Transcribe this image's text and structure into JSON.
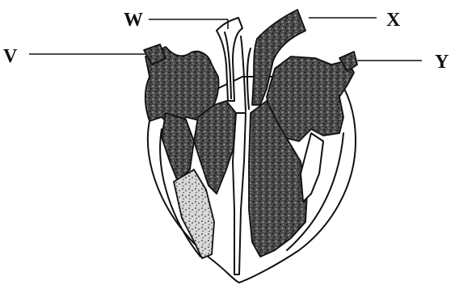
{
  "labels": {
    "v": "V",
    "w": "W",
    "x": "X",
    "y": "Y"
  },
  "colors": {
    "ink": "#111111",
    "shading": "#3a3a3a",
    "paper": "#ffffff"
  }
}
